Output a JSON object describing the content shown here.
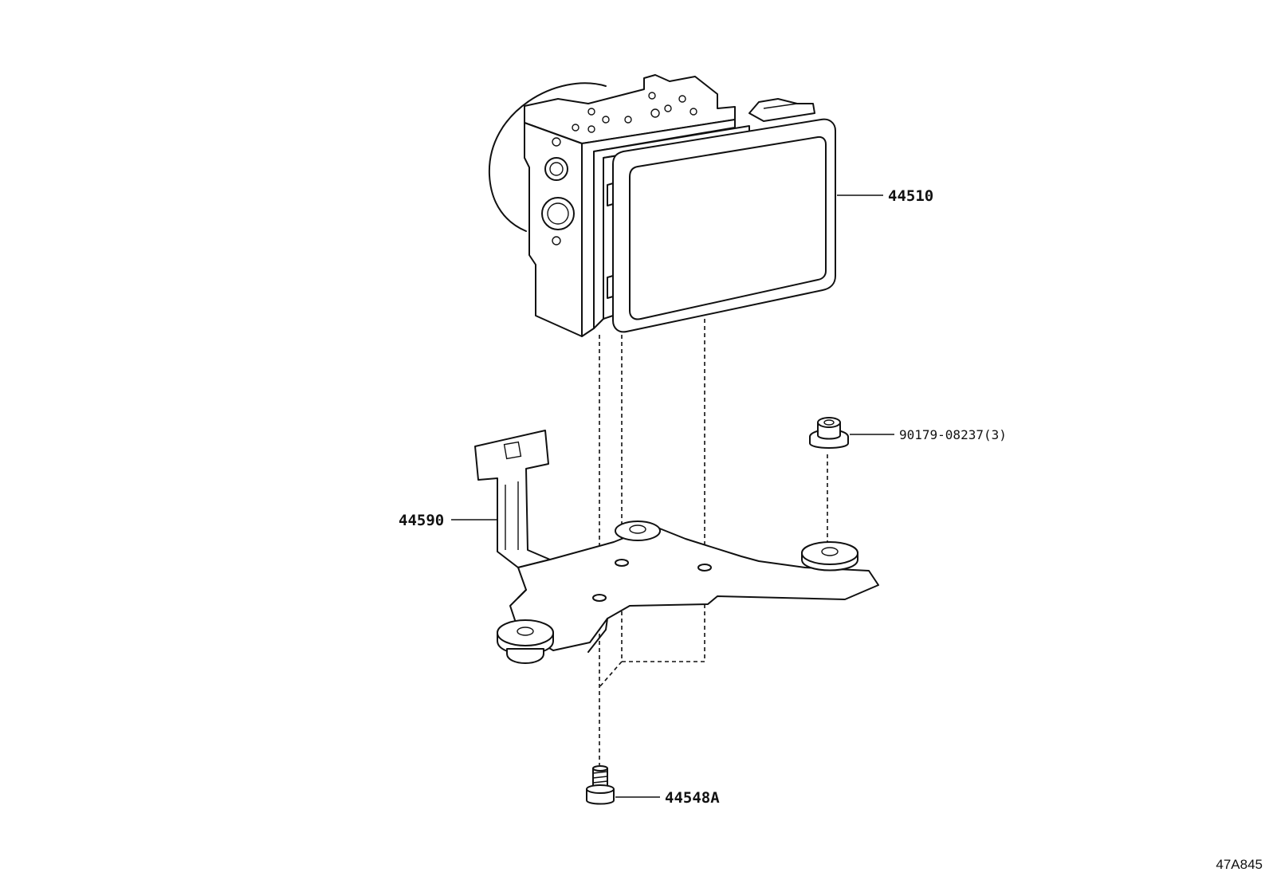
{
  "callouts": {
    "actuator": "44510",
    "nut": "90179-08237(3)",
    "bracket": "44590",
    "bolt": "44548A"
  },
  "drawing_ref": "47A845"
}
